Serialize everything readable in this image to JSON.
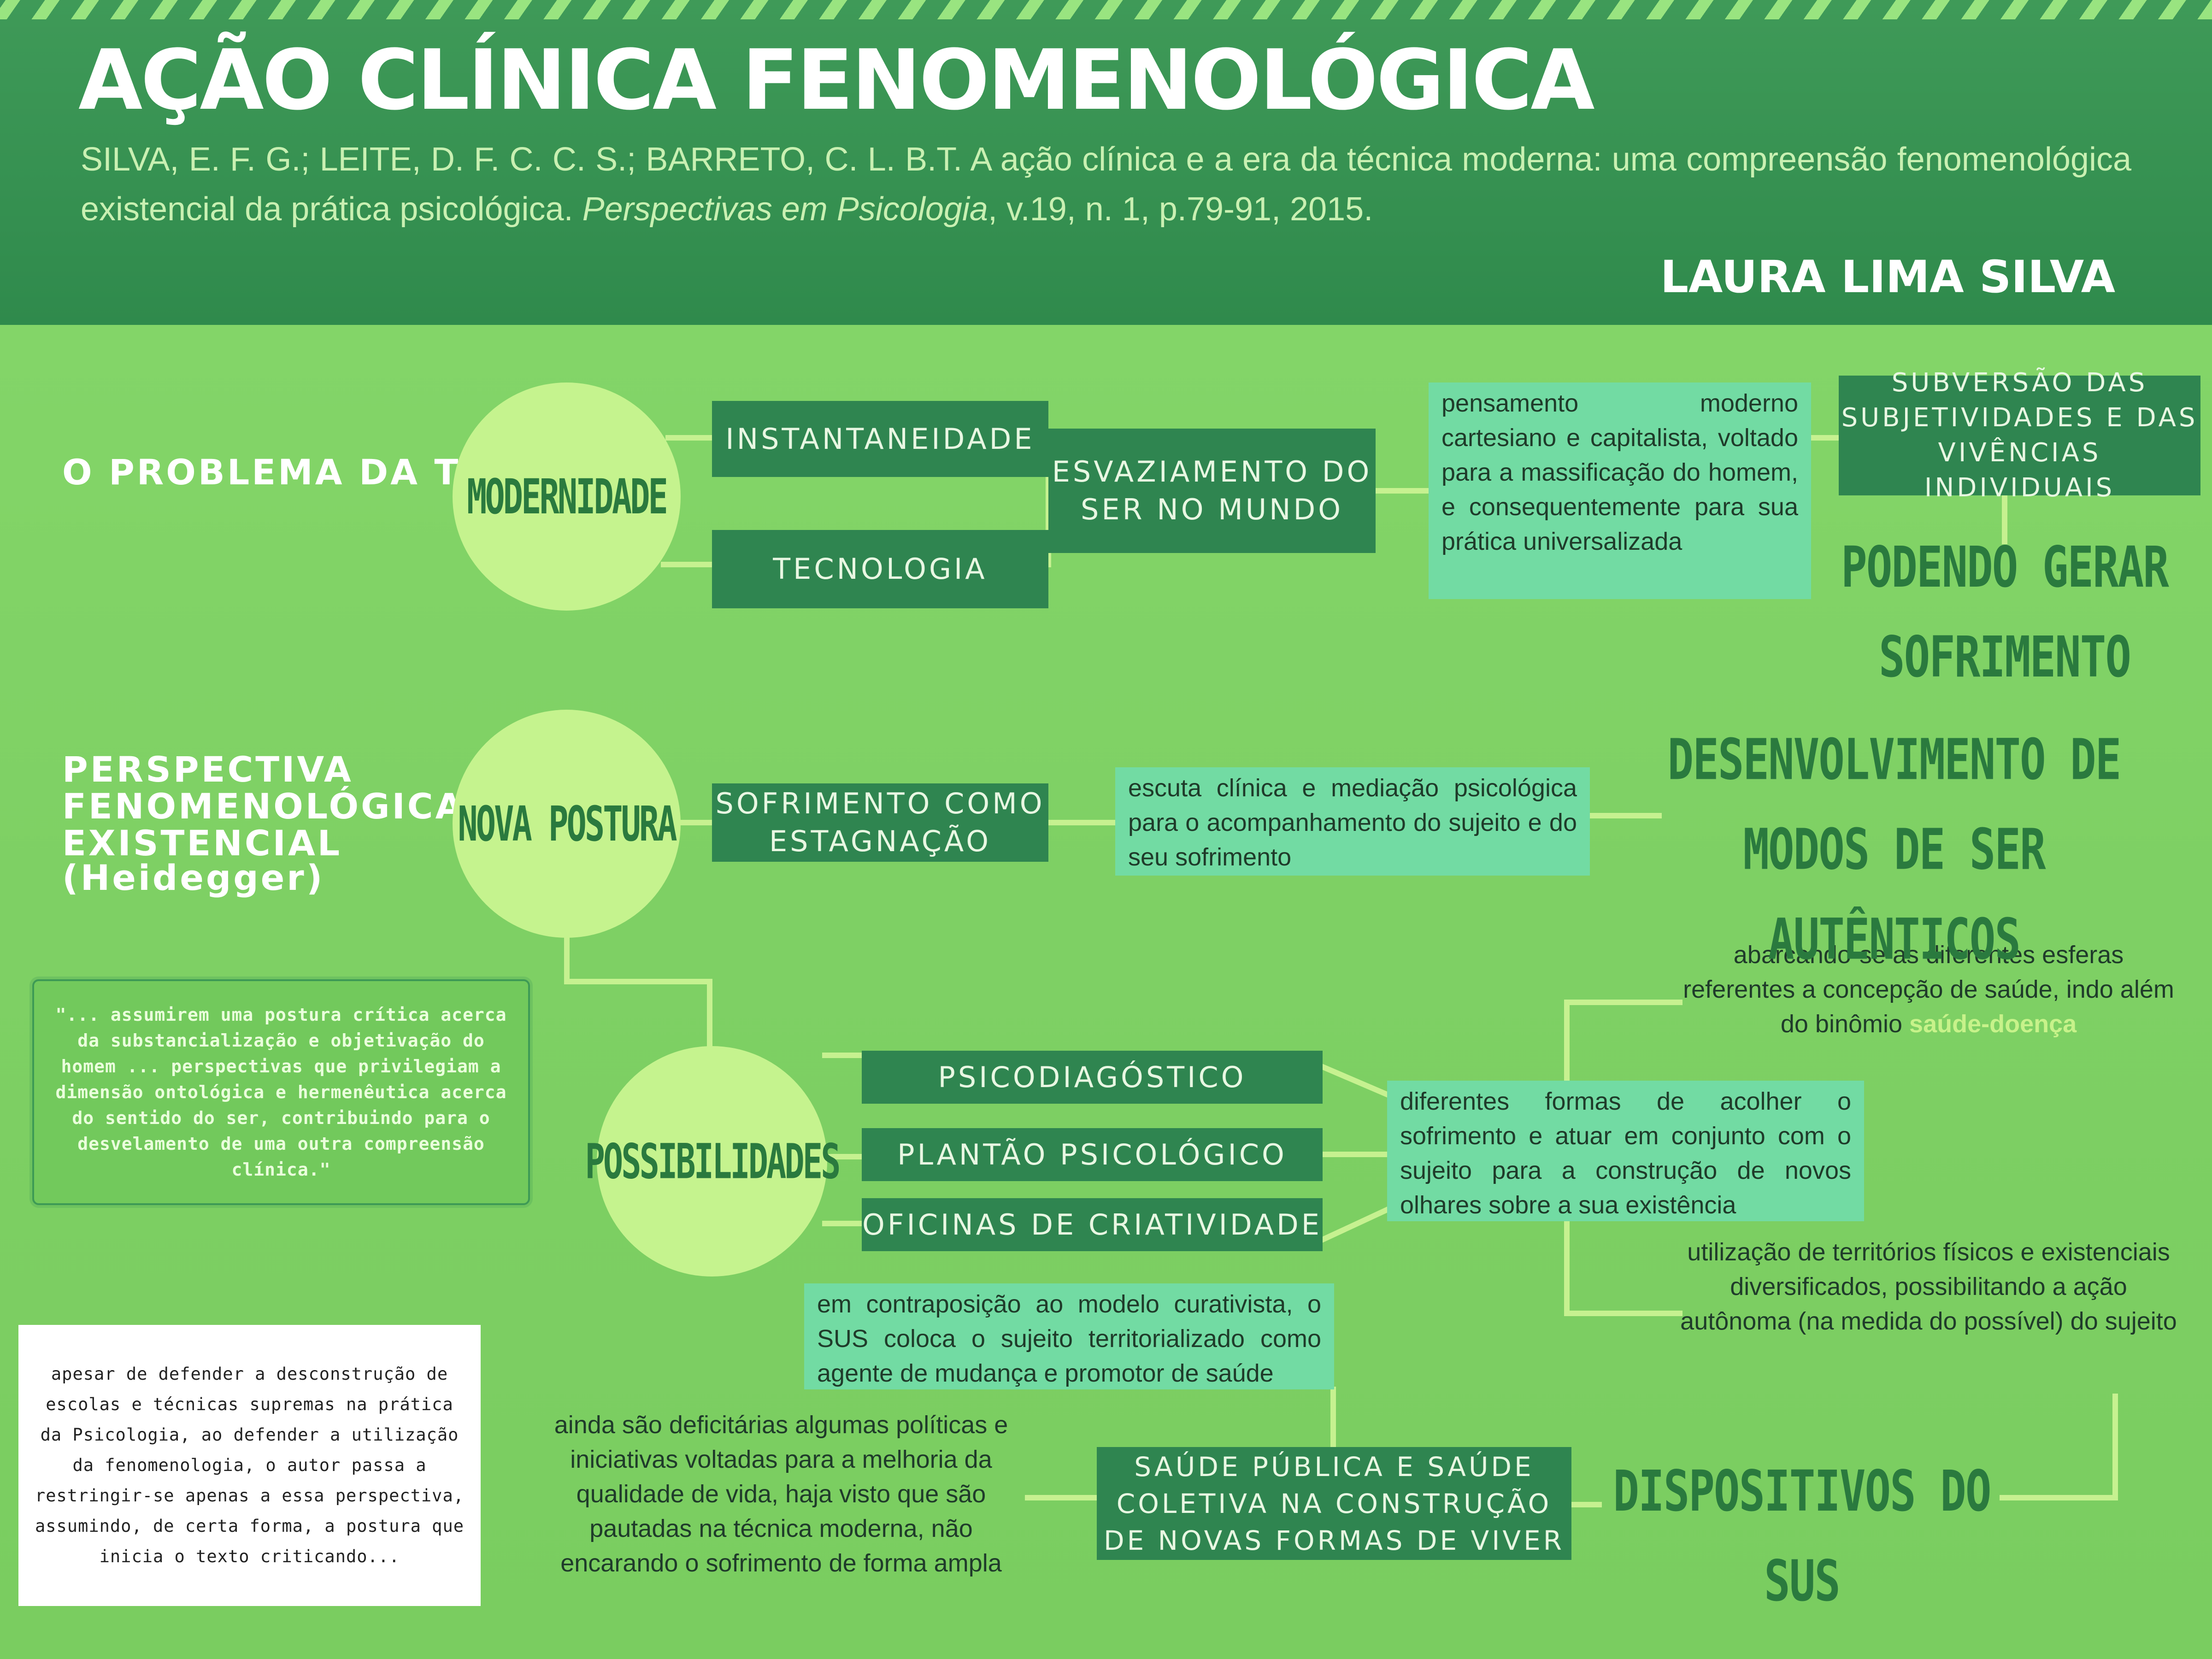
{
  "header": {
    "title": "AÇÃO CLÍNICA FENOMENOLÓGICA",
    "citation_main": "SILVA, E. F. G.; LEITE, D. F. C. C. S.; BARRETO, C. L. B.T. A ação clínica e a era da técnica moderna: uma compreensão fenomenológica existencial da prática psicológica.",
    "citation_journal": "Perspectivas em Psicologia",
    "citation_tail": ", v.19, n. 1, p.79-91, 2015.",
    "author": "LAURA LIMA SILVA"
  },
  "sections": {
    "problem": "O PROBLEMA DA TÉCNICA",
    "perspective_1": "PERSPECTIVA",
    "perspective_2": "FENOMENOLÓGICA",
    "perspective_3": "EXISTENCIAL",
    "perspective_4": "(Heidegger)"
  },
  "circles": {
    "modernidade": "MODERNIDADE",
    "nova_postura": "NOVA POSTURA",
    "possibilidades": "POSSIBILIDADES"
  },
  "boxes": {
    "instantaneidade": "INSTANTANEIDADE",
    "tecnologia": "TECNOLOGIA",
    "esvaziamento": "ESVAZIAMENTO DO SER NO MUNDO",
    "subversao": "SUBVERSÃO DAS SUBJETIVIDADES E DAS VIVÊNCIAS INDIVIDUAIS",
    "sofrimento_estagnacao": "SOFRIMENTO COMO ESTAGNAÇÃO",
    "psicodiagnostico": "PSICODIAGÓSTICO",
    "plantao": "PLANTÃO PSICOLÓGICO",
    "oficinas": "OFICINAS DE CRIATIVIDADE",
    "saude_publica": "SAÚDE PÚBLICA E SAÚDE COLETIVA NA CONSTRUÇÃO DE NOVAS FORMAS DE VIVER"
  },
  "notes": {
    "pensamento": "pensamento moderno cartesiano e capitalista, voltado para a massificação do homem, e consequentemente para sua prática universalizada",
    "escuta": "escuta clínica e mediação psicológica para o acompanhamento do sujeito e do seu sofrimento",
    "formas": "diferentes formas de acolher o sofrimento e atuar em conjunto com o sujeito para a construção de novos olhares sobre a sua existência",
    "sus_sujeito": "em contraposição ao modelo curativista, o SUS coloca o sujeito territorializado como agente de mudança e promotor de saúde",
    "esferas_main": "abarcando-se as diferentes esferas referentes a concepção de saúde, indo além do binômio",
    "esferas_highlight": "saúde-doença",
    "territorios": "utilização de territórios físicos e existenciais diversificados, possibilitando a ação autônoma (na medida do possível) do sujeito",
    "deficitarias": "ainda são deficitárias algumas políticas e iniciativas voltadas para a melhoria da qualidade de vida, haja visto que são pautadas na técnica moderna, não encarando o sofrimento de forma ampla"
  },
  "big_labels": {
    "podendo_1": "PODENDO GERAR",
    "podendo_2": "SOFRIMENTO",
    "desenvolvimento_1": "DESENVOLVIMENTO DE",
    "desenvolvimento_2": "MODOS DE SER AUTÊNTICOS",
    "dispositivos": "DISPOSITIVOS DO SUS"
  },
  "quote": "\"... assumirem uma postura crítica acerca da substancialização e objetivação do homem ... perspectivas que privilegiam a dimensão ontológica e hermenêutica acerca do sentido do ser, contribuindo para o desvelamento de uma outra compreensão clínica.\"",
  "critique": "apesar de defender a desconstrução de escolas e técnicas supremas na prática da Psicologia, ao defender a utilização da fenomenologia, o autor passa a restringir-se apenas a essa perspectiva, assumindo, de certa forma, a postura que inicia o texto criticando...",
  "colors": {
    "header_bg": "#2f8a4c",
    "page_bg": "#7fd466",
    "box_bg": "#2f8550",
    "note_bg": "#72dba3",
    "circle_bg": "#c5f38e",
    "connector": "#c6f190",
    "label_text": "#2a7a3e"
  }
}
